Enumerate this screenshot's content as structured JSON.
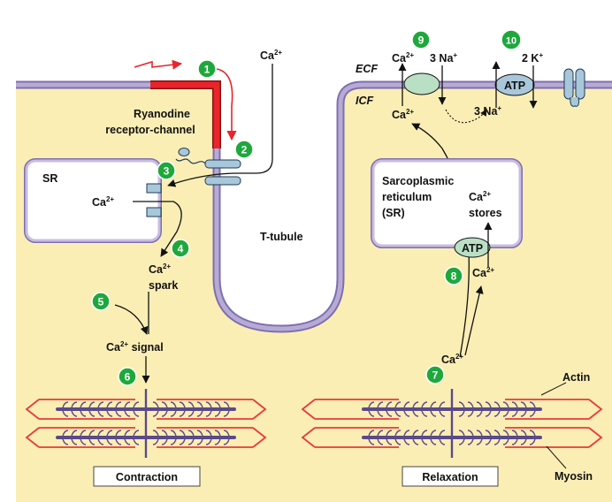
{
  "ion": {
    "calcium_base": "Ca",
    "calcium_charge": "2+",
    "sodium_base": "Na",
    "sodium_charge": "+",
    "potassium_base": "K",
    "potassium_charge": "+"
  },
  "labels": {
    "ecf": "ECF",
    "icf": "ICF",
    "ryanodine_line1": "Ryanodine",
    "ryanodine_line2": "receptor-channel",
    "sr": "SR",
    "spark": "spark",
    "signal_suffix": " signal",
    "t_tubule": "T-tubule",
    "sarco_line1": "Sarcoplasmic",
    "sarco_line2": "reticulum",
    "sarco_line3": "(SR)",
    "stores": "stores",
    "na_count": "3 Na",
    "na_count_in": "3 Na",
    "k_count": "2 K",
    "atp_pump": "ATP",
    "atp_sr": "ATP",
    "actin": "Actin",
    "myosin": "Myosin",
    "contraction": "Contraction",
    "relaxation": "Relaxation"
  },
  "steps": [
    "1",
    "2",
    "3",
    "4",
    "5",
    "6",
    "7",
    "8",
    "9",
    "10"
  ],
  "colors": {
    "cytoplasm": "#fbeeb5",
    "membrane": "#a99bc9",
    "membrane_dark": "#7e6fae",
    "depolarized": "#e8252b",
    "badge": "#1ea83c",
    "channel": "#a9c7da",
    "exchanger": "#b9e0c5",
    "actin": "#e83a3a",
    "myosin": "#5b4a8a"
  }
}
